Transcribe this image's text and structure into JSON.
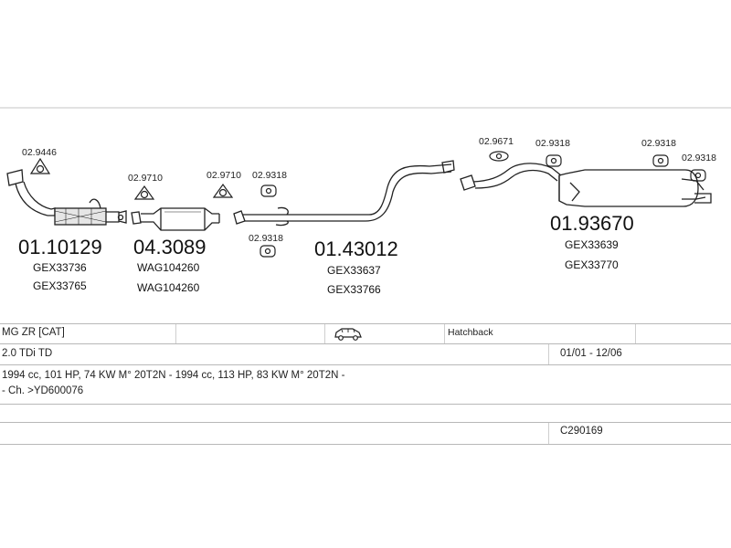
{
  "parts": [
    {
      "part_no": "01.10129",
      "refs": [
        "GEX33736",
        "GEX33765"
      ]
    },
    {
      "part_no": "04.3089",
      "refs": [
        "WAG104260",
        "WAG104260"
      ]
    },
    {
      "part_no": "01.43012",
      "refs": [
        "GEX33637",
        "GEX33766"
      ]
    },
    {
      "part_no": "01.93670",
      "refs": [
        "GEX33639",
        "GEX33770"
      ]
    }
  ],
  "fittings": [
    "02.9446",
    "02.9710",
    "02.9710",
    "02.9318",
    "02.9318",
    "02.9671",
    "02.9318",
    "02.9318",
    "02.9318"
  ],
  "vehicle": {
    "model": "MG ZR  [CAT]",
    "body": "Hatchback",
    "engine": "2.0 TDi TD",
    "years": "01/01 - 12/06",
    "spec": "1994 cc, 101 HP, 74 KW M° 20T2N - 1994 cc, 113 HP, 83 KW M° 20T2N -",
    "chassis": "- Ch. >YD600076",
    "code": "C290169"
  },
  "icons": [
    "car-icon"
  ]
}
